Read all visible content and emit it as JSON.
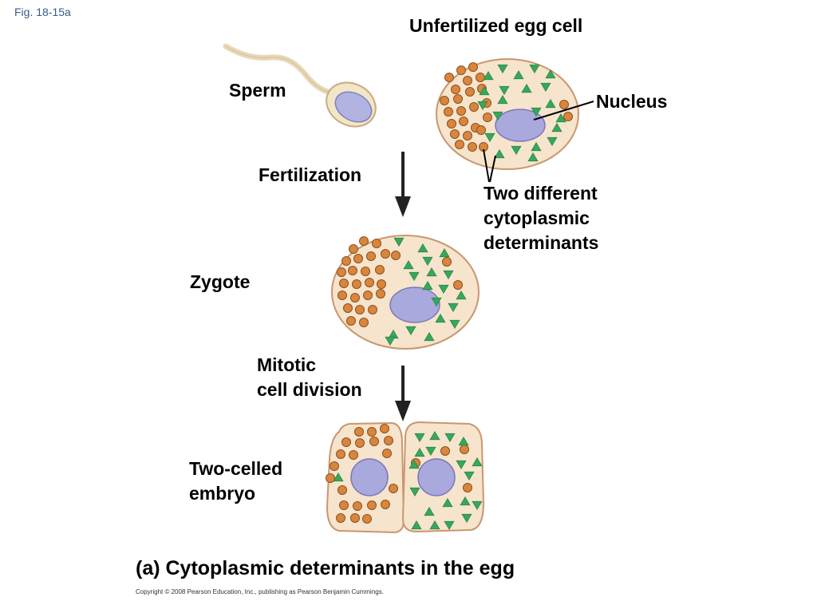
{
  "figure_label": "Fig. 18-15a",
  "labels": {
    "unfertilized_egg": "Unfertilized egg cell",
    "sperm": "Sperm",
    "nucleus": "Nucleus",
    "fertilization": "Fertilization",
    "determinants": "Two different\ncytoplasmic\ndeterminants",
    "zygote": "Zygote",
    "mitotic": "Mitotic\ncell division",
    "two_celled": "Two-celled\nembryo"
  },
  "caption": "(a) Cytoplasmic determinants in the egg",
  "copyright": "Copyright © 2008 Pearson Education, Inc., publishing as Pearson Benjamin Cummings.",
  "colors": {
    "cell_fill": "#f6e4cc",
    "cell_stroke": "#c99770",
    "nucleus_fill": "#a9a9dd",
    "nucleus_stroke": "#7a78b8",
    "granule_fill": "#d8863e",
    "granule_stroke": "#8e4f1d",
    "triangle_fill": "#36a85a",
    "arrow": "#222222"
  }
}
